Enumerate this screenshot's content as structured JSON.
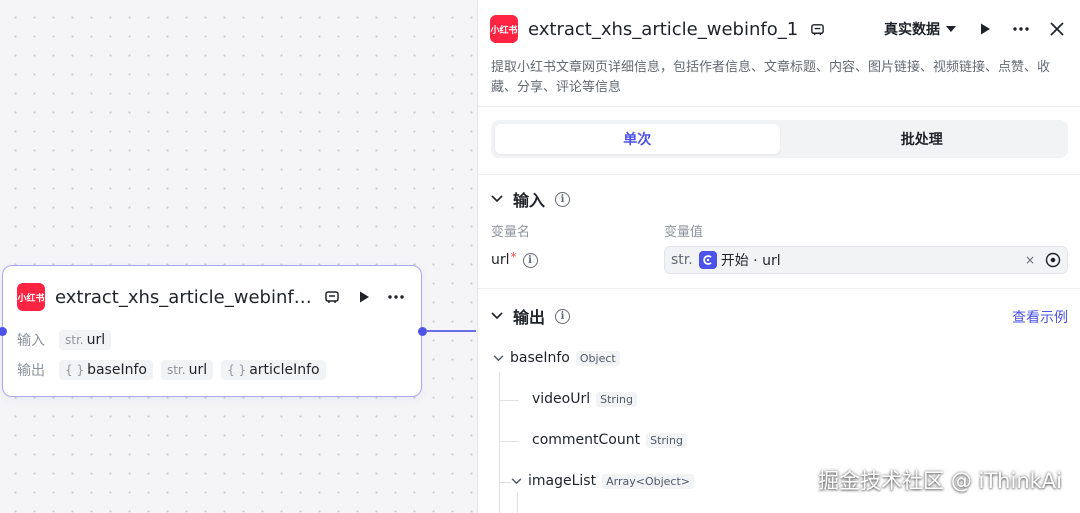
{
  "canvas_node": {
    "logo_text": "小红书",
    "title": "extract_xhs_article_webinf…",
    "input_label": "输入",
    "output_label": "输出",
    "inputs": [
      {
        "prefix": "str.",
        "name": "url"
      }
    ],
    "outputs": [
      {
        "prefix": "{ }",
        "name": "baseInfo"
      },
      {
        "prefix": "str.",
        "name": "url"
      },
      {
        "prefix": "{ }",
        "name": "articleInfo"
      }
    ]
  },
  "panel": {
    "logo_text": "小红书",
    "title": "extract_xhs_article_webinfo_1",
    "data_mode": "真实数据",
    "description": "提取小红书文章网页详细信息，包括作者信息、文章标题、内容、图片链接、视频链接、点赞、收藏、分享、评论等信息",
    "tabs": [
      "单次",
      "批处理"
    ],
    "input_section": {
      "title": "输入",
      "col_name": "变量名",
      "col_value": "变量值",
      "var_name": "url",
      "required_mark": "*",
      "value_prefix": "str.",
      "value_ref": "开始 · url",
      "clear": "×"
    },
    "output_section": {
      "title": "输出",
      "view_example": "查看示例",
      "tree": [
        {
          "name": "baseInfo",
          "type": "Object"
        },
        {
          "name": "videoUrl",
          "type": "String"
        },
        {
          "name": "commentCount",
          "type": "String"
        },
        {
          "name": "imageList",
          "type": "Array<Object>"
        }
      ]
    }
  },
  "watermark": "掘金技术社区 @ iThinkAi",
  "colors": {
    "accent": "#4d53e8",
    "brand_red": "#ff2442",
    "node_border": "#aca7f0"
  }
}
